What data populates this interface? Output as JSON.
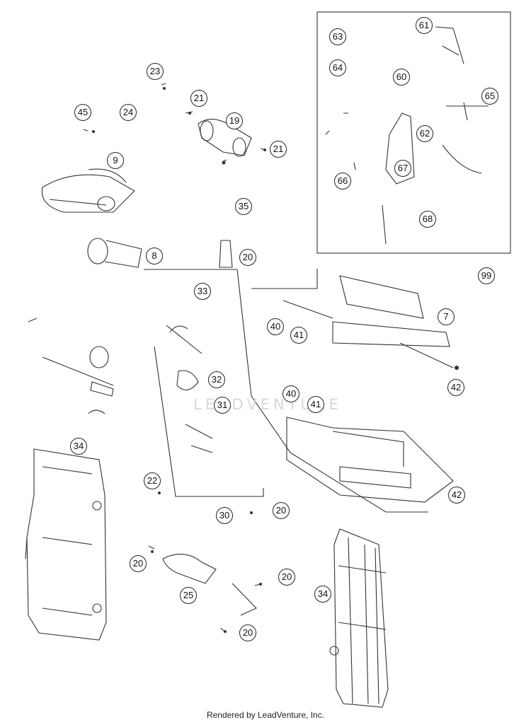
{
  "diagram": {
    "callouts": [
      {
        "id": "c63",
        "label": "63"
      },
      {
        "id": "c61",
        "label": "61"
      },
      {
        "id": "c64",
        "label": "64"
      },
      {
        "id": "c60",
        "label": "60"
      },
      {
        "id": "c65",
        "label": "65"
      },
      {
        "id": "c62",
        "label": "62"
      },
      {
        "id": "c67",
        "label": "67"
      },
      {
        "id": "c66",
        "label": "66"
      },
      {
        "id": "c68",
        "label": "68"
      },
      {
        "id": "c99",
        "label": "99"
      },
      {
        "id": "c23",
        "label": "23"
      },
      {
        "id": "c21a",
        "label": "21"
      },
      {
        "id": "c45",
        "label": "45"
      },
      {
        "id": "c24",
        "label": "24"
      },
      {
        "id": "c19",
        "label": "19"
      },
      {
        "id": "c21b",
        "label": "21"
      },
      {
        "id": "c9",
        "label": "9"
      },
      {
        "id": "c35",
        "label": "35"
      },
      {
        "id": "c8",
        "label": "8"
      },
      {
        "id": "c20a",
        "label": "20"
      },
      {
        "id": "c33",
        "label": "33"
      },
      {
        "id": "c7",
        "label": "7"
      },
      {
        "id": "c40a",
        "label": "40"
      },
      {
        "id": "c41a",
        "label": "41"
      },
      {
        "id": "c42a",
        "label": "42"
      },
      {
        "id": "c32",
        "label": "32"
      },
      {
        "id": "c31",
        "label": "31"
      },
      {
        "id": "c40b",
        "label": "40"
      },
      {
        "id": "c41b",
        "label": "41"
      },
      {
        "id": "c34a",
        "label": "34"
      },
      {
        "id": "c22",
        "label": "22"
      },
      {
        "id": "c42b",
        "label": "42"
      },
      {
        "id": "c30",
        "label": "30"
      },
      {
        "id": "c20b",
        "label": "20"
      },
      {
        "id": "c20c",
        "label": "20"
      },
      {
        "id": "c25",
        "label": "25"
      },
      {
        "id": "c20d",
        "label": "20"
      },
      {
        "id": "c34b",
        "label": "34"
      },
      {
        "id": "c20e",
        "label": "20"
      }
    ]
  },
  "watermark": "LEADVENTURE",
  "footer": "Rendered by LeadVenture, Inc."
}
